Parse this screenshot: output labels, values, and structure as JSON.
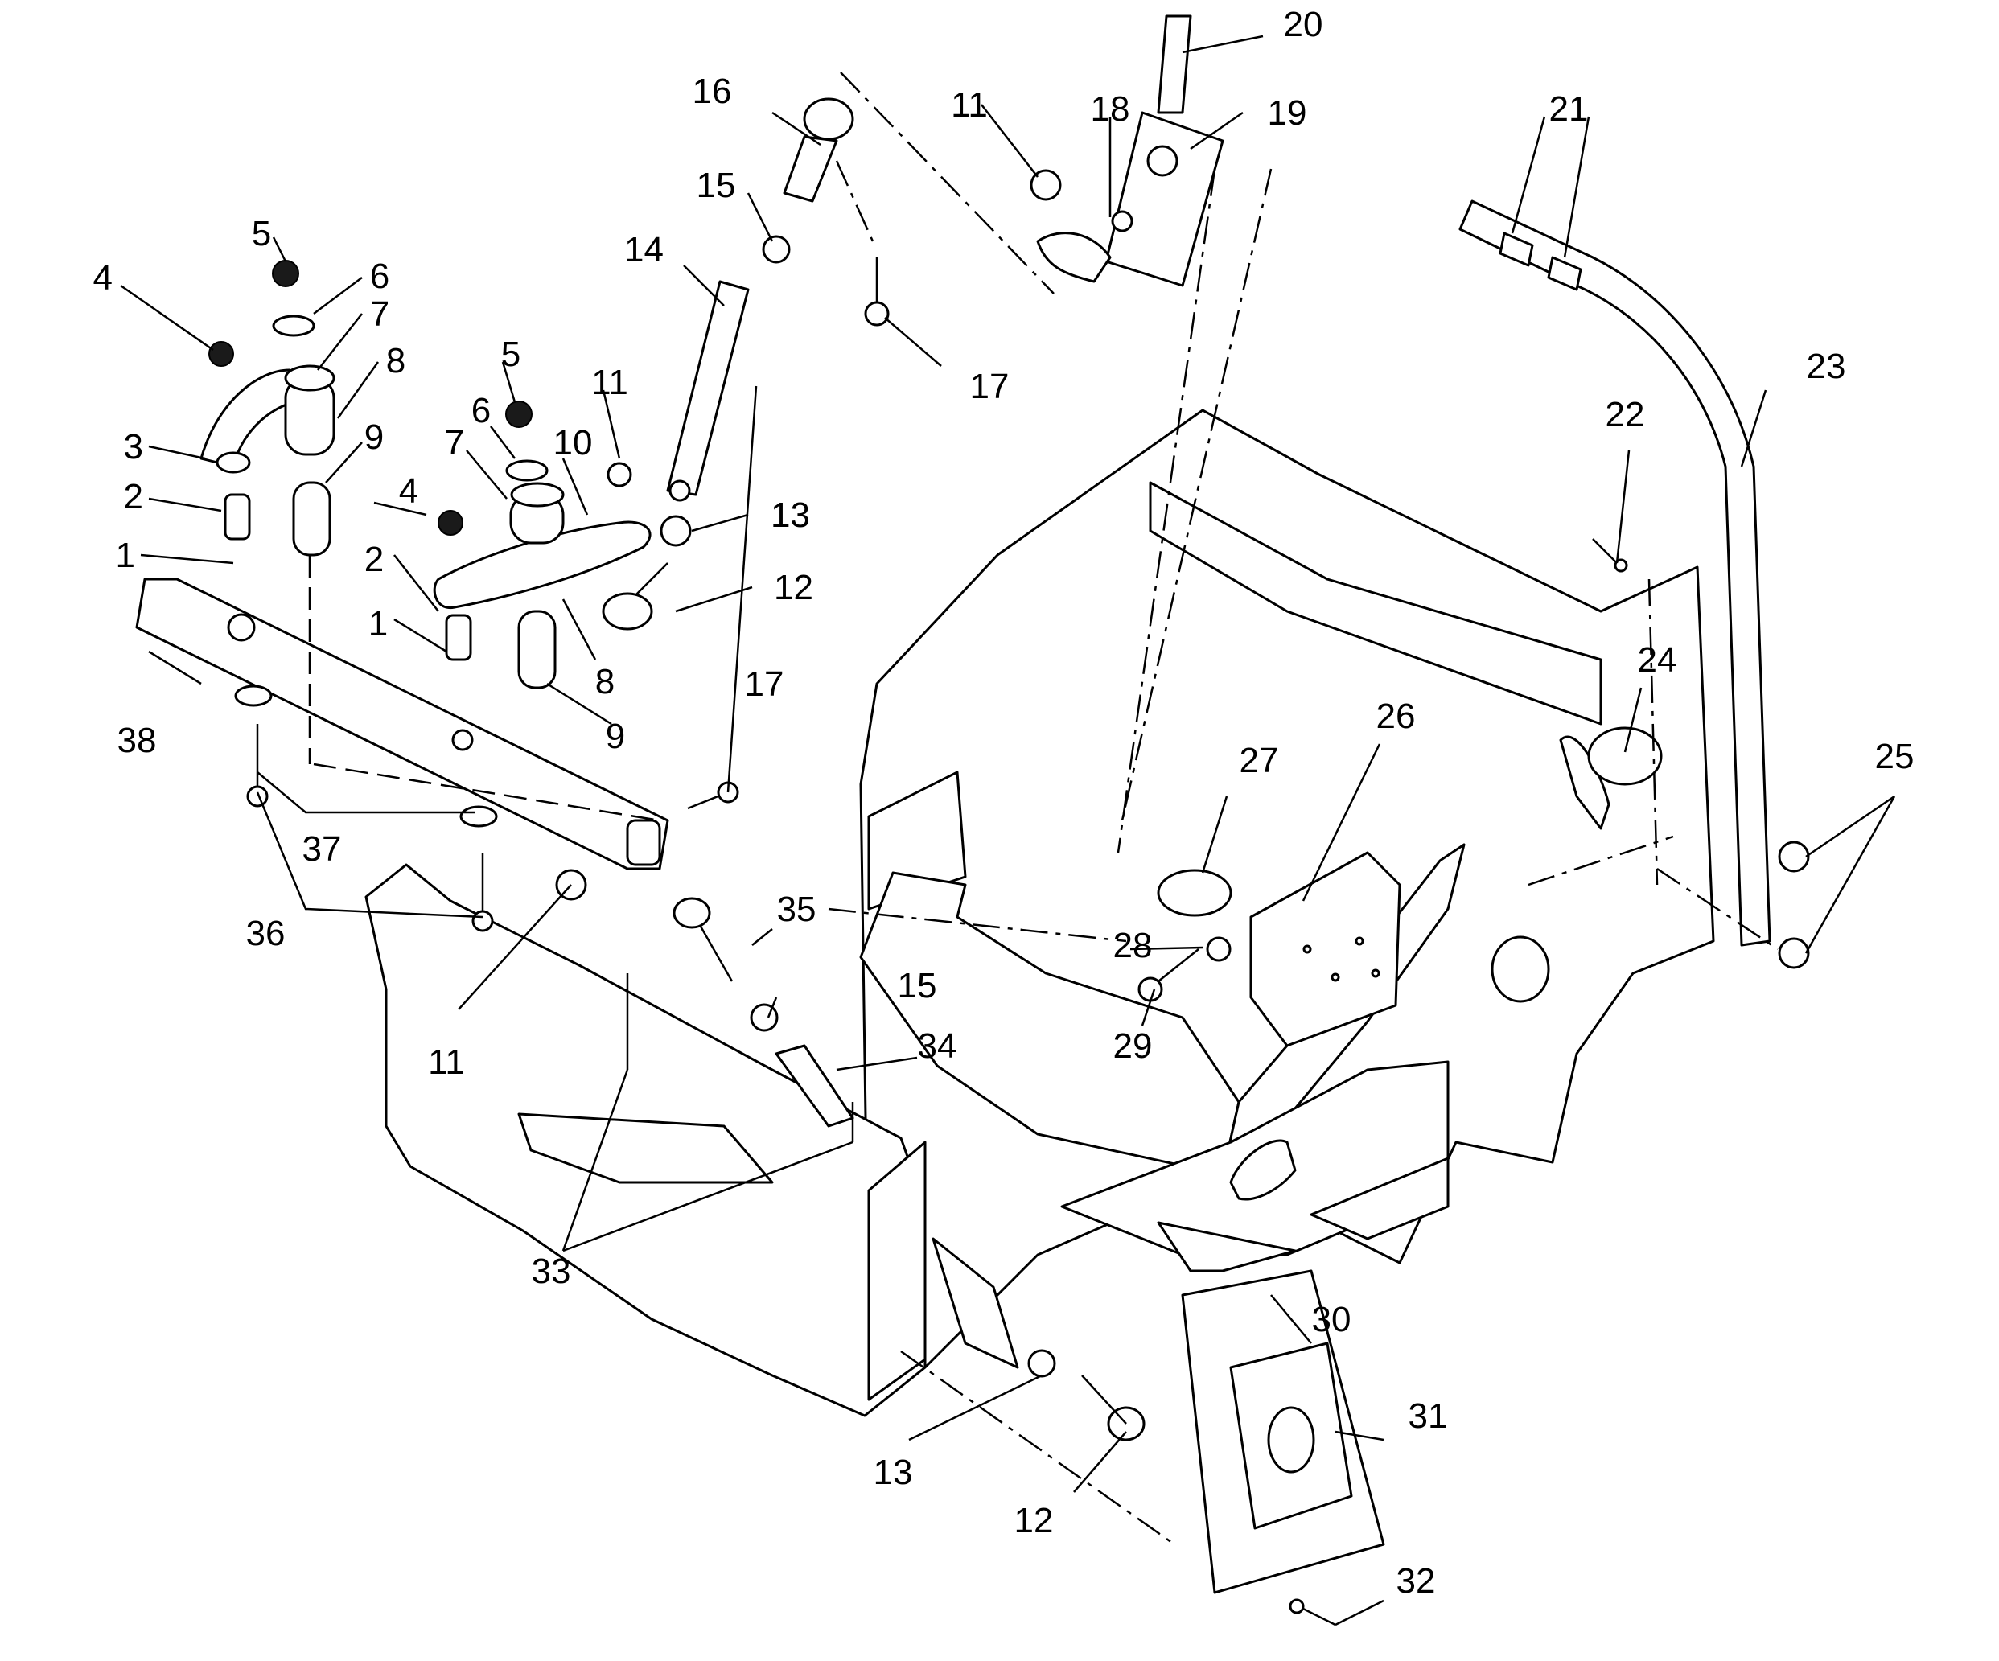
{
  "diagram": {
    "type": "exploded-parts-view",
    "callouts": {
      "c1a": "1",
      "c1b": "1",
      "c2a": "2",
      "c2b": "2",
      "c3": "3",
      "c4a": "4",
      "c4b": "4",
      "c5a": "5",
      "c5b": "5",
      "c6a": "6",
      "c6b": "6",
      "c7a": "7",
      "c7b": "7",
      "c8a": "8",
      "c8b": "8",
      "c9a": "9",
      "c9b": "9",
      "c10": "10",
      "c11a": "11",
      "c11b": "11",
      "c11c": "11",
      "c12a": "12",
      "c12b": "12",
      "c13a": "13",
      "c13b": "13",
      "c14": "14",
      "c15a": "15",
      "c15b": "15",
      "c16": "16",
      "c17a": "17",
      "c17b": "17",
      "c18": "18",
      "c19": "19",
      "c20": "20",
      "c21": "21",
      "c22": "22",
      "c23": "23",
      "c24": "24",
      "c25": "25",
      "c26": "26",
      "c27": "27",
      "c28": "28",
      "c29": "29",
      "c30": "30",
      "c31": "31",
      "c32": "32",
      "c33": "33",
      "c34": "34",
      "c35": "35",
      "c36": "36",
      "c37": "37",
      "c38": "38"
    }
  }
}
